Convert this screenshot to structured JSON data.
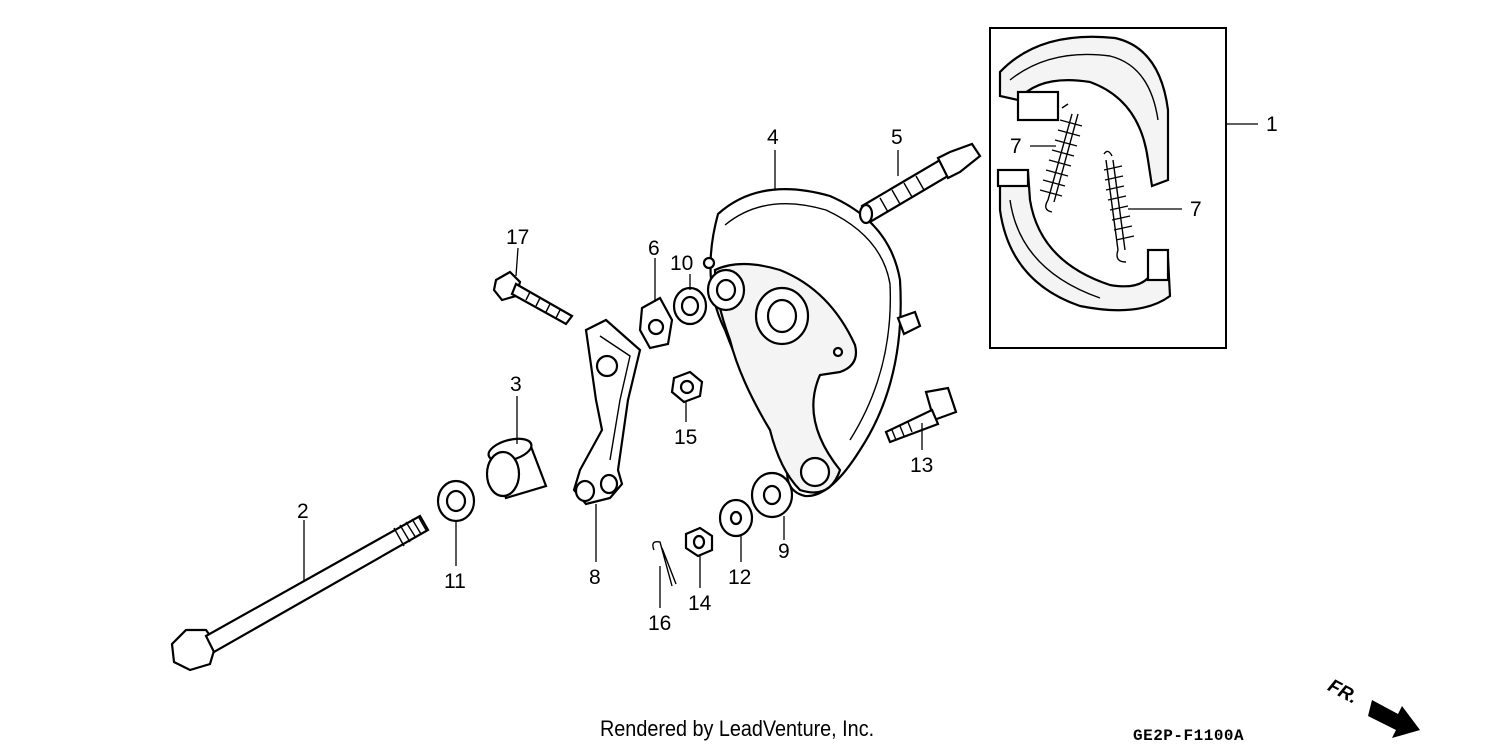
{
  "diagram": {
    "callouts": [
      {
        "id": "1",
        "text": "1"
      },
      {
        "id": "2",
        "text": "2"
      },
      {
        "id": "3",
        "text": "3"
      },
      {
        "id": "4",
        "text": "4"
      },
      {
        "id": "5",
        "text": "5"
      },
      {
        "id": "6",
        "text": "6"
      },
      {
        "id": "7a",
        "text": "7"
      },
      {
        "id": "7b",
        "text": "7"
      },
      {
        "id": "8",
        "text": "8"
      },
      {
        "id": "9",
        "text": "9"
      },
      {
        "id": "10",
        "text": "10"
      },
      {
        "id": "11",
        "text": "11"
      },
      {
        "id": "12",
        "text": "12"
      },
      {
        "id": "13",
        "text": "13"
      },
      {
        "id": "14",
        "text": "14"
      },
      {
        "id": "15",
        "text": "15"
      },
      {
        "id": "16",
        "text": "16"
      },
      {
        "id": "17",
        "text": "17"
      }
    ],
    "front_arrow_label": "FR.",
    "credit": "Rendered by LeadVenture, Inc.",
    "diagram_code": "GE2P-F1100A"
  }
}
